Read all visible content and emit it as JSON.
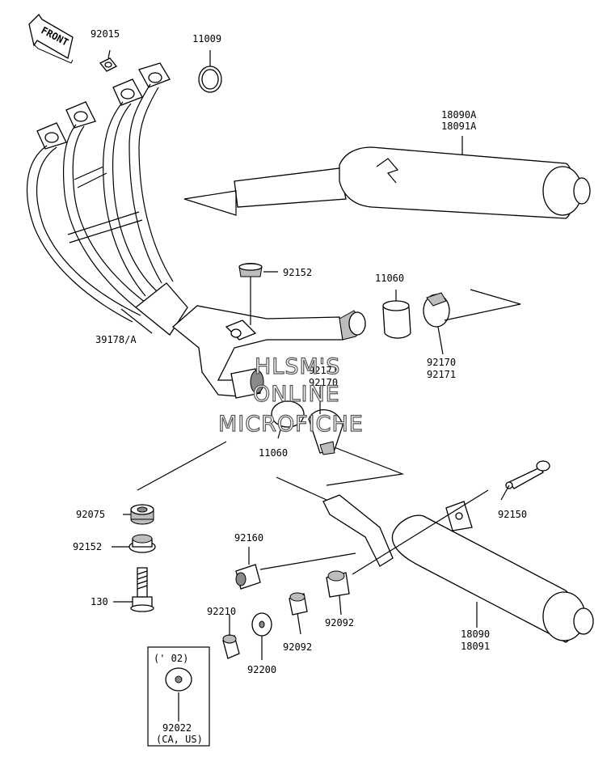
{
  "front_label": "FRONT",
  "labels": {
    "p92015": "92015",
    "p11009": "11009",
    "p18090A": "18090A",
    "p18091A": "18091A",
    "p92152_top": "92152",
    "p11060_right": "11060",
    "p39178": "39178/A",
    "p92170_right": "92170",
    "p92171_right": "92171",
    "p92171_mid": "92171",
    "p92170_mid": "92170",
    "p11060_left": "11060",
    "p92150": "92150",
    "p92075": "92075",
    "p92152_bottom": "92152",
    "p92160": "92160",
    "p130": "130",
    "p92210": "92210",
    "p92200": "92200",
    "p92092_left": "92092",
    "p92092_right": "92092",
    "p18090": "18090",
    "p18091": "18091"
  },
  "inset": {
    "year": "(' 02)",
    "part": "92022",
    "region": "(CA, US)"
  },
  "watermark": [
    "HLSM'S",
    "ONLINE",
    "MICROFICHE"
  ]
}
